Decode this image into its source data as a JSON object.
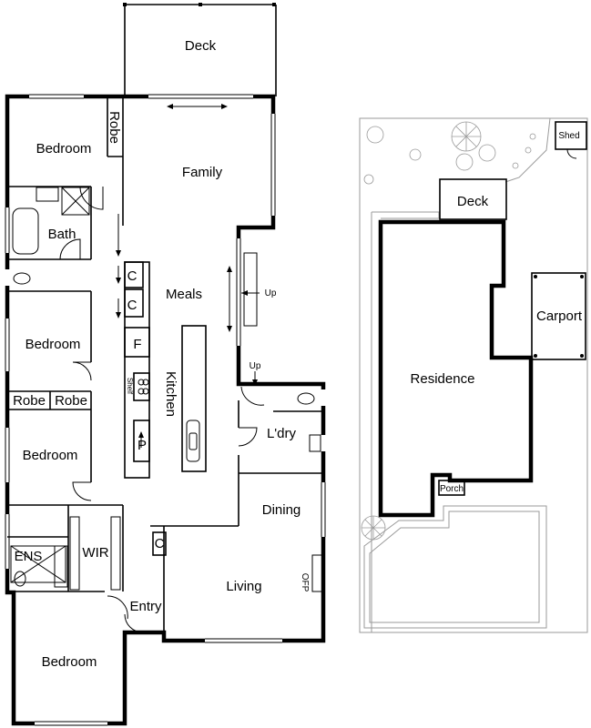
{
  "floor_plan": {
    "rooms": {
      "deck": "Deck",
      "robe_1": "Robe",
      "bedroom_1": "Bedroom",
      "family": "Family",
      "bath": "Bath",
      "meals": "Meals",
      "up_1": "Up",
      "up_2": "Up",
      "bedroom_2": "Bedroom",
      "fridge": "F",
      "shelf": "Shelf",
      "kitchen": "Kitchen",
      "robe_2": "Robe",
      "robe_3": "Robe",
      "laundry": "L'dry",
      "pantry": "P",
      "bedroom_3": "Bedroom",
      "dining": "Dining",
      "ens": "ENS",
      "wir": "WIR",
      "living": "Living",
      "ofp": "OFP",
      "entry": "Entry",
      "bedroom_4": "Bedroom",
      "cupboard_1": "C",
      "cupboard_2": "C",
      "cupboard_3": "C"
    }
  },
  "site_plan": {
    "labels": {
      "shed": "Shed",
      "deck": "Deck",
      "carport": "Carport",
      "residence": "Residence",
      "porch": "Porch"
    }
  }
}
